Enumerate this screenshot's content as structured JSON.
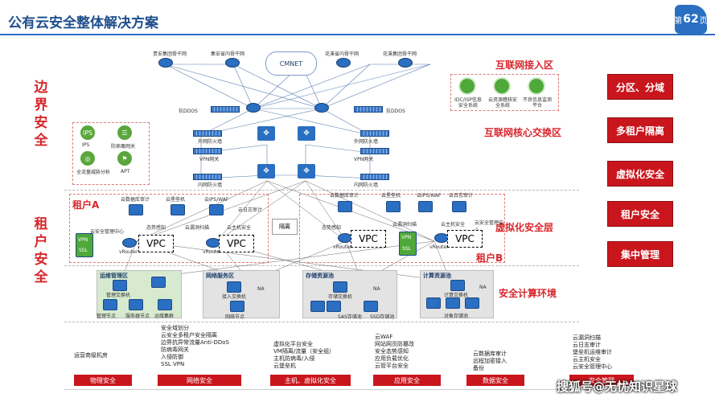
{
  "title": "公有云安全整体解决方案",
  "page": {
    "prefix": "第",
    "num": "62",
    "suffix": "页"
  },
  "side_labels": {
    "border": "边界安全",
    "tenant": "租户安全"
  },
  "zones": {
    "internet_access": "互联网接入区",
    "core_exchange": "互联网核心交换区",
    "virtualization": "虚拟化安全层",
    "compute_env": "安全计算环境"
  },
  "right_buttons": [
    "分区、分域",
    "多租户隔离",
    "虚拟化安全",
    "租户安全",
    "集中管理"
  ],
  "top_networks": [
    "贵安集团骨干网",
    "集安省内骨干网",
    "CMNET",
    "花溪省内骨干网",
    "花溪集团骨干网"
  ],
  "ddos": [
    "抗DDOS",
    "抗DDOS"
  ],
  "right_icons": [
    "IDC/ISP信息安全系统",
    "云资源稽核安全系统",
    "不良信息监测平台"
  ],
  "left_icons": [
    "IPS",
    "防病毒网关",
    "全流量威胁分析",
    "APT"
  ],
  "fw_labels": [
    "外网防火墙",
    "VPN网关",
    "内网防火墙",
    "外网防火墙",
    "VPN网关",
    "内网防火墙"
  ],
  "tenant_a": {
    "label": "租户A",
    "items": [
      "云数据库审计",
      "云堡垒机",
      "云IPS/WAF",
      "云日志审计",
      "云安全管理中心",
      "态势感知",
      "云漏洞扫描",
      "云主机安全"
    ],
    "vpn": "VPN",
    "ssl": "SSL",
    "router": "vRouter",
    "vpc": "VPC"
  },
  "tenant_b": {
    "label": "租户B",
    "items": [
      "云数据库审计",
      "云堡垒机",
      "云IPS/WAF",
      "云日志审计",
      "云安全管理中心",
      "态势感知",
      "云漏洞扫描",
      "云主机安全"
    ],
    "vpn": "VPN",
    "ssl": "SSL",
    "router": "vRouter",
    "vpc": "VPC"
  },
  "isolation": "隔离",
  "compute_zones": [
    {
      "title": "运维管理区",
      "labels": [
        "管理交换机",
        "管理节点",
        "服务器节点",
        "运维集群"
      ]
    },
    {
      "title": "网络服务区",
      "labels": [
        "接入交换机",
        "NA",
        "网络节点"
      ]
    },
    {
      "title": "存储资源池",
      "labels": [
        "存储交换机",
        "NA",
        "SAS存储池",
        "SSD存储池"
      ]
    },
    {
      "title": "计算资源池",
      "labels": [
        "计算交换机",
        "NA",
        "对象存储池"
      ]
    }
  ],
  "bottom_categories": [
    {
      "label": "物理安全",
      "items": [
        "运营商级机房"
      ]
    },
    {
      "label": "网络安全",
      "items": [
        "安全域划分",
        "云安全多租户安全隔离",
        "边界抗异常流量Anti-DDoS",
        "防病毒网关",
        "入侵防御",
        "SSL VPN"
      ]
    },
    {
      "label": "主机、虚拟化安全",
      "items": [
        "虚拟化平台安全",
        "VM隔离/流量（安全组）",
        "主机防病毒/入侵",
        "云堡垒机"
      ]
    },
    {
      "label": "应用安全",
      "items": [
        "云WAF",
        "网站网页防篡改",
        "安全态势感知",
        "应用负载优化",
        "云管平台安全"
      ]
    },
    {
      "label": "数据安全",
      "items": [
        "云数据库审计",
        "远程加密接入",
        "备份"
      ]
    },
    {
      "label": "安全管理",
      "items": [
        "云漏洞扫描",
        "云日志审计",
        "堡垒机运维审计",
        "云主机安全",
        "云安全管理中心"
      ]
    }
  ],
  "watermark": "搜狐号@无忧知识星球"
}
